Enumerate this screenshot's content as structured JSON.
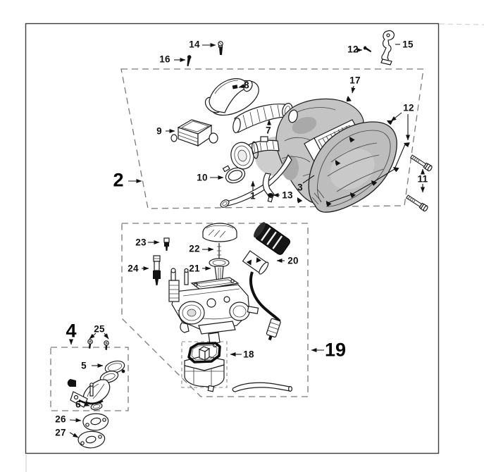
{
  "page": {
    "background_color": "#ffffff",
    "line_color": "#1b1b1b",
    "shading_color": "#c4c4c4",
    "dashed_group_color": "#7a7a7a"
  },
  "labels": {
    "n1": "1",
    "n2": "2",
    "n3": "3",
    "n4": "4",
    "n5": "5",
    "n6": "6",
    "n7": "7",
    "n8": "8",
    "n9": "9",
    "n10": "10",
    "n11": "11",
    "n12_top": "12",
    "n12_right": "12",
    "n13": "13",
    "n14": "14",
    "n15": "15",
    "n16": "16",
    "n17": "17",
    "n18": "18",
    "n19": "19",
    "n20": "20",
    "n21": "21",
    "n22": "22",
    "n23": "23",
    "n24": "24",
    "n25": "25",
    "n26": "26",
    "n27": "27"
  }
}
